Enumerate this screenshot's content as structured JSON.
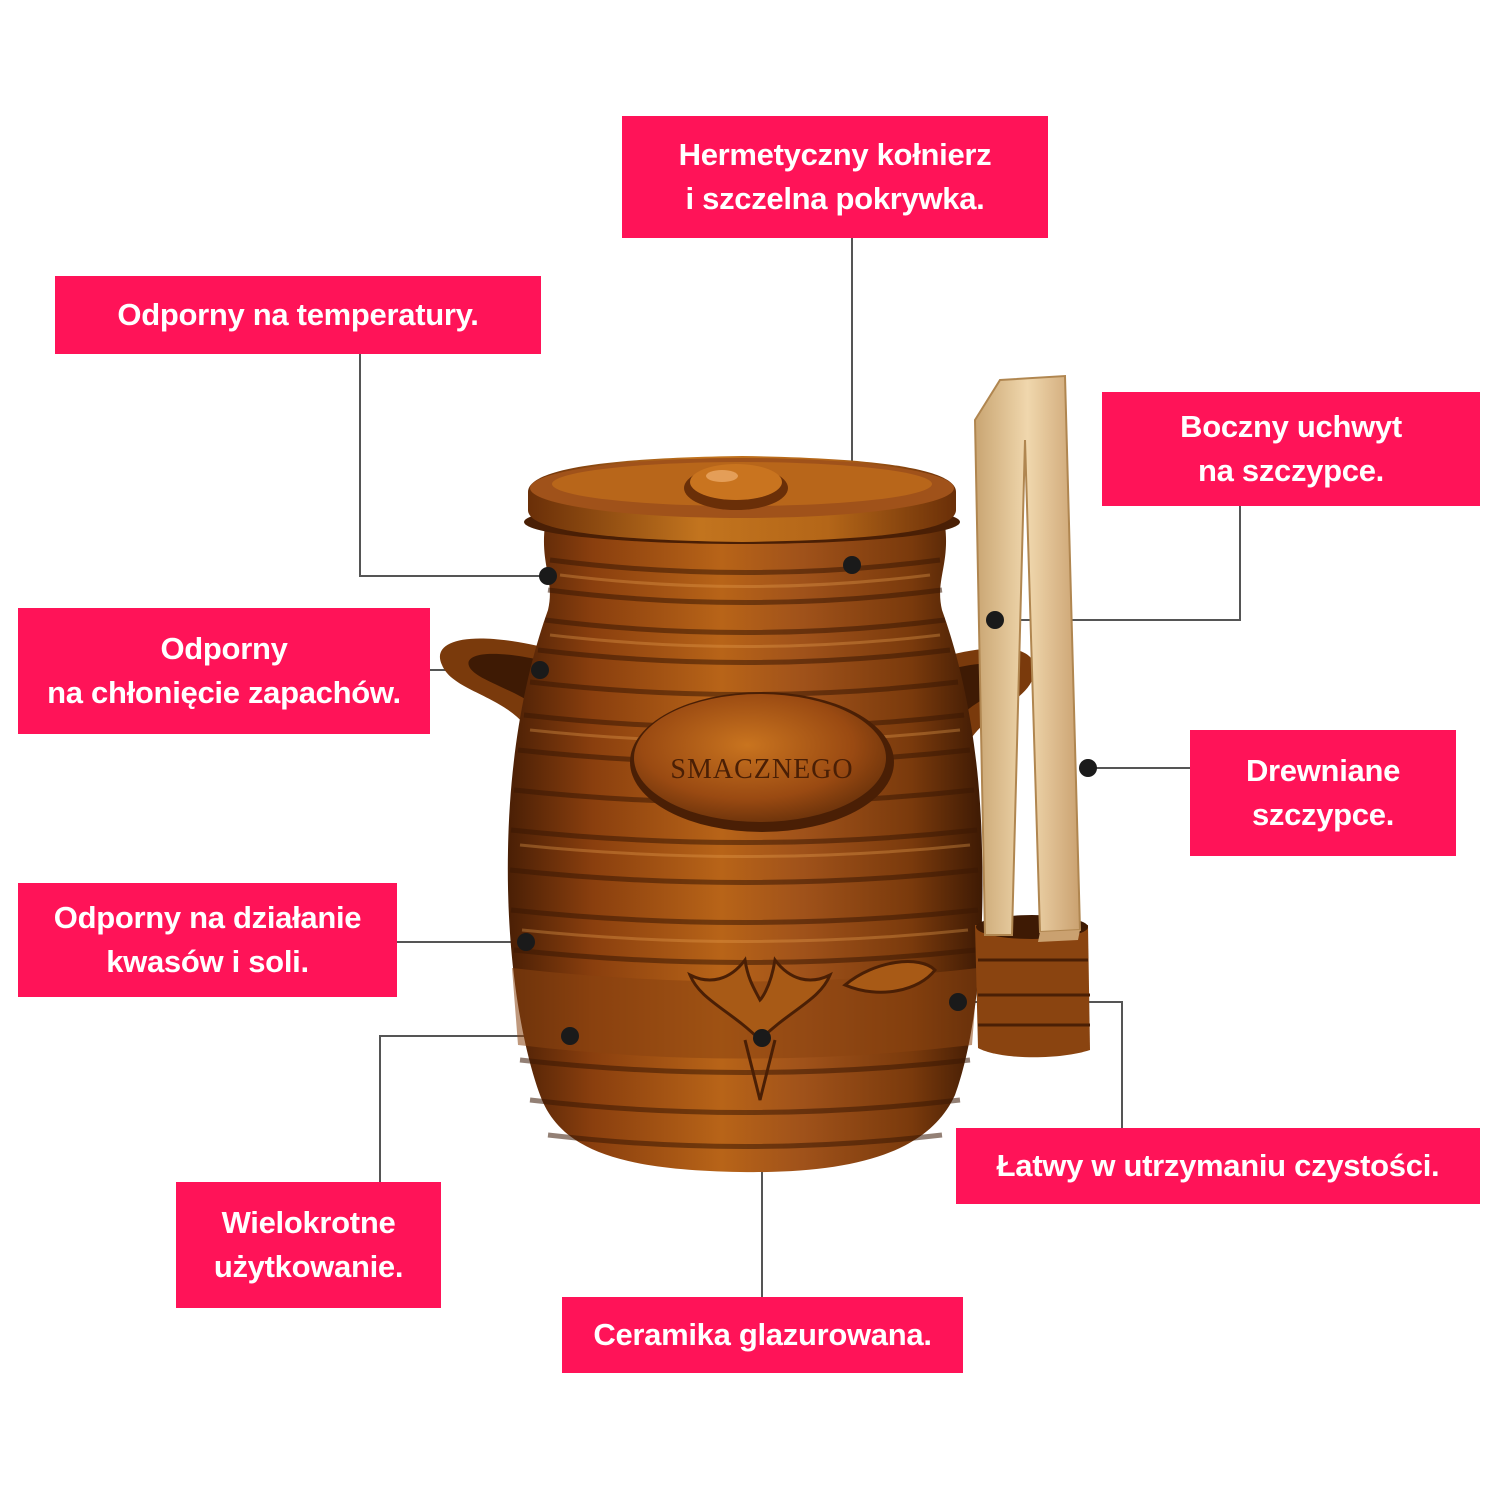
{
  "theme": {
    "callout_bg": "#ff1358",
    "callout_text": "#ffffff",
    "leader_line": "#555555",
    "marker_dot": "#1a1a1a",
    "glaze_dark": "#5a2a08",
    "glaze_mid": "#9a4a12",
    "glaze_light": "#c9741f",
    "wood": "#e6c79a"
  },
  "product": {
    "embossed_text": "SMACZNEGO"
  },
  "callouts": {
    "collar_lid": {
      "line1": "Hermetyczny kołnierz",
      "line2": "i szczelna pokrywka."
    },
    "temperature": {
      "line1": "Odporny na temperatury."
    },
    "side_holder": {
      "line1": "Boczny uchwyt",
      "line2": "na szczypce."
    },
    "odor": {
      "line1": "Odporny",
      "line2": "na chłonięcie zapachów."
    },
    "tongs": {
      "line1": "Drewniane",
      "line2": "szczypce."
    },
    "acid_salt": {
      "line1": "Odporny na działanie",
      "line2": "kwasów i soli."
    },
    "easy_clean": {
      "line1": "Łatwy w utrzymaniu czystości."
    },
    "reusable": {
      "line1": "Wielokrotne",
      "line2": "użytkowanie."
    },
    "glazed": {
      "line1": "Ceramika glazurowana."
    }
  }
}
